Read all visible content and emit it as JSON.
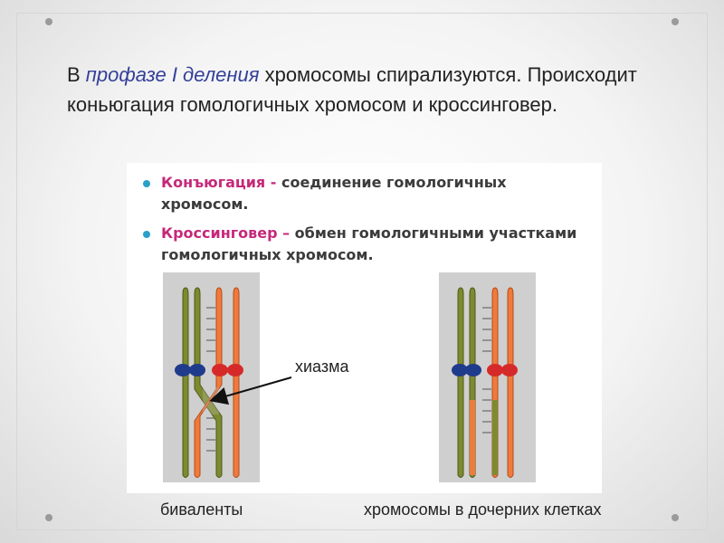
{
  "slide": {
    "text_plain_1": "В ",
    "text_em": "профазе I деления",
    "text_plain_2": " хромосомы спирализуются. Происходит коньюгация гомологичных хромосом и кроссинговер."
  },
  "figure": {
    "bullets": [
      {
        "term": "Конъюгация -",
        "def": " соединение гомологичных хромосом."
      },
      {
        "term": "Кроссинговер –",
        "def": " обмен гомологичными участками гомологичных хромосом."
      }
    ],
    "label_chiasma": "хиазма",
    "label_bivalents": "биваленты",
    "label_daughter": "хромосомы в дочерних клетках"
  },
  "colors": {
    "olive": "#7e8a2f",
    "orange": "#f07a3c",
    "blue_centromere": "#1f3b8c",
    "red_centromere": "#d62a2a",
    "bullet": "#2aa0c8",
    "term": "#c6287a"
  }
}
